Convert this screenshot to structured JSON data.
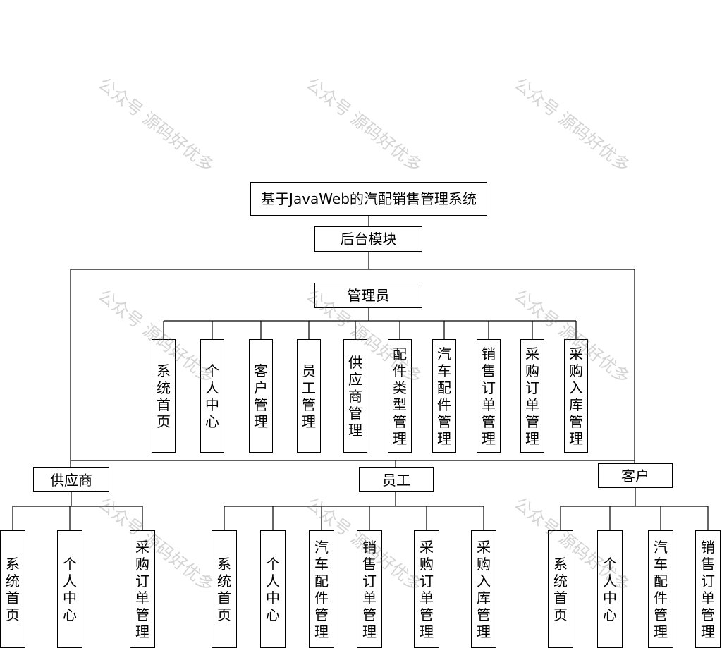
{
  "diagram": {
    "root": "基于JavaWeb的汽配销售管理系统",
    "module": "后台模块",
    "admin": {
      "title": "管理员",
      "items": [
        "系统首页",
        "个人中心",
        "客户管理",
        "员工管理",
        "供应商管理",
        "配件类型管理",
        "汽车配件管理",
        "销售订单管理",
        "采购订单管理",
        "采购入库管理"
      ]
    },
    "supplier": {
      "title": "供应商",
      "items": [
        "系统首页",
        "个人中心",
        "采购订单管理"
      ]
    },
    "employee": {
      "title": "员工",
      "items": [
        "系统首页",
        "个人中心",
        "汽车配件管理",
        "销售订单管理",
        "采购订单管理",
        "采购入库管理"
      ]
    },
    "customer": {
      "title": "客户",
      "items": [
        "系统首页",
        "个人中心",
        "汽车配件管理",
        "销售订单管理"
      ]
    }
  },
  "watermark": "公众号 源码好优多"
}
